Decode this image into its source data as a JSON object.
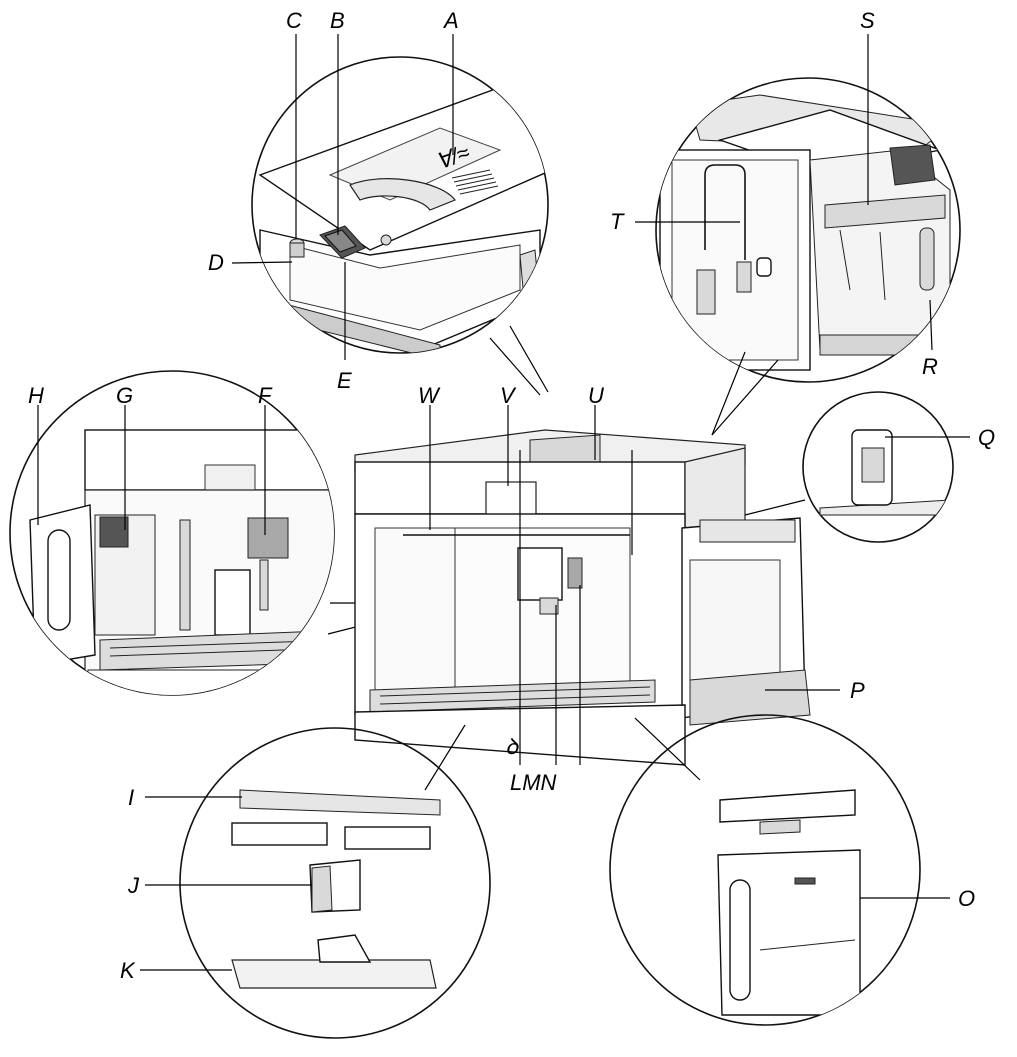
{
  "figure": {
    "labels": {
      "A": "A",
      "B": "B",
      "C": "C",
      "D": "D",
      "E": "E",
      "F": "F",
      "G": "G",
      "H": "H",
      "I": "I",
      "J": "J",
      "K": "K",
      "LMN": "LMN",
      "O": "O",
      "P": "P",
      "Q": "Q",
      "R": "R",
      "S": "S",
      "T": "T",
      "U": "U",
      "V": "V",
      "W": "W"
    },
    "panel_symbol": "∀/≈"
  }
}
